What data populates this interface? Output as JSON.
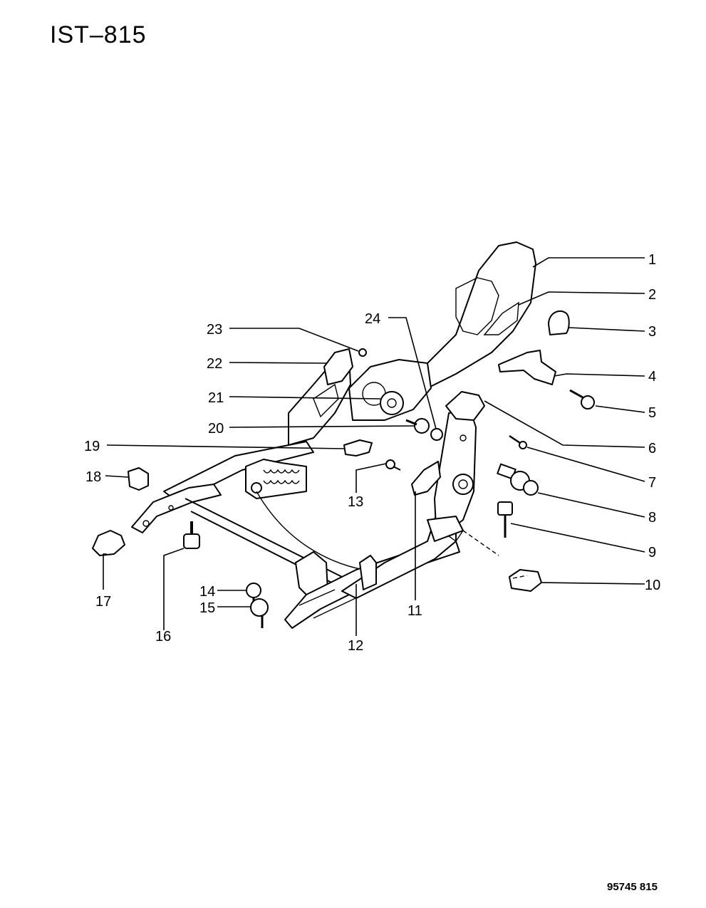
{
  "header": {
    "title": "IST–815"
  },
  "footer": {
    "code": "95745 815"
  },
  "callouts": [
    "1",
    "2",
    "3",
    "4",
    "5",
    "6",
    "7",
    "8",
    "9",
    "10",
    "11",
    "12",
    "13",
    "14",
    "15",
    "16",
    "17",
    "18",
    "19",
    "20",
    "21",
    "22",
    "23",
    "24"
  ]
}
